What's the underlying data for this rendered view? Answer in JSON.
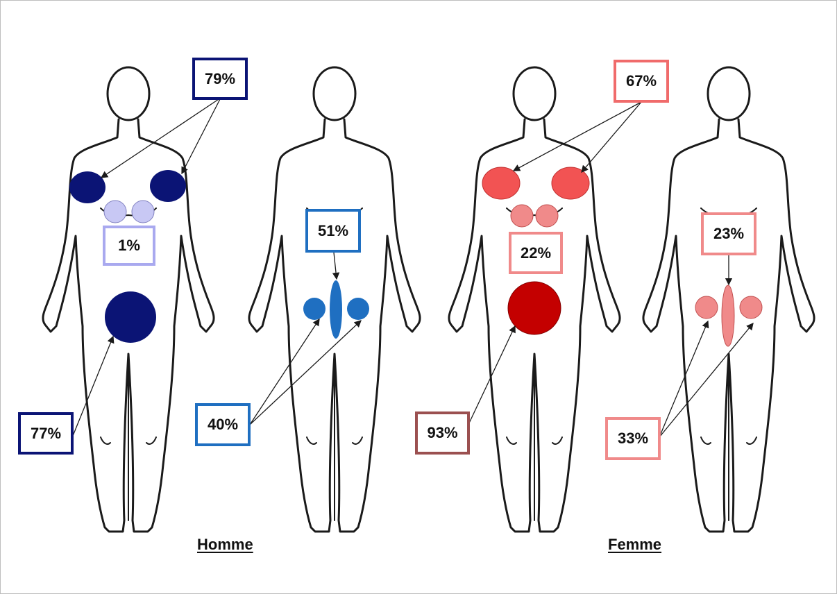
{
  "figure": {
    "captions": {
      "left": "Homme",
      "right": "Femme"
    },
    "colors": {
      "man_dark": "#0b1475",
      "man_light": "#c8c8f4",
      "man_blue": "#1f6fc1",
      "woman_red": "#f25353",
      "woman_pink": "#f08a8a",
      "woman_dark": "#c40000",
      "box_brown": "#9b5050"
    },
    "labels": {
      "man_front_chest": "79%",
      "man_front_breast": "1%",
      "man_front_pelvis": "77%",
      "man_back_spine": "51%",
      "man_back_hips": "40%",
      "woman_front_chest": "67%",
      "woman_front_breast": "22%",
      "woman_front_pelvis": "93%",
      "woman_back_spine": "23%",
      "woman_back_hips": "33%"
    }
  }
}
